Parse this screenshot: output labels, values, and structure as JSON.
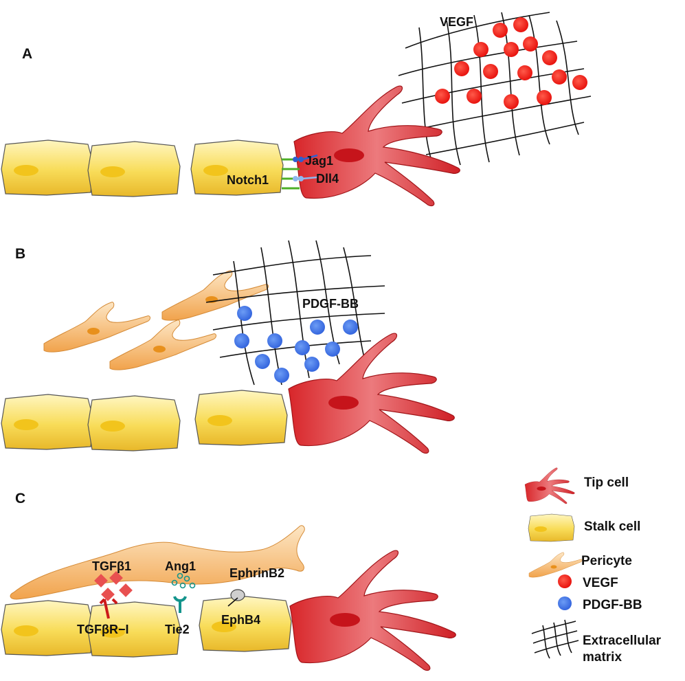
{
  "panels": {
    "a": {
      "label": "A",
      "labels": {
        "vegf": "VEGF",
        "jag1": "Jag1",
        "notch1": "Notch1",
        "dll4": "Dll4"
      }
    },
    "b": {
      "label": "B",
      "labels": {
        "pdgf": "PDGF-BB"
      }
    },
    "c": {
      "label": "C",
      "labels": {
        "tgfb1": "TGFβ1",
        "ang1": "Ang1",
        "ephrinb2": "EphrinB2",
        "tgfbr": "TGFβR−I",
        "tie2": "Tie2",
        "ephb4": "EphB4"
      }
    }
  },
  "legend": {
    "items": [
      {
        "icon": "tip-cell-icon",
        "label": "Tip cell"
      },
      {
        "icon": "stalk-cell-icon",
        "label": "Stalk cell"
      },
      {
        "icon": "pericyte-icon",
        "label": "Pericyte"
      },
      {
        "icon": "vegf-dot-icon",
        "label": "VEGF"
      },
      {
        "icon": "pdgf-dot-icon",
        "label": "PDGF-BB"
      },
      {
        "icon": "ecm-icon",
        "label": "Extracellular",
        "label2": "matrix"
      }
    ]
  },
  "colors": {
    "tip_cell": "#e02a2a",
    "stalk_cell": "#f5d338",
    "pericyte": "#f2a34a",
    "vegf": "#ee1c1c",
    "pdgf": "#3e78e8",
    "notch": "#4caf28",
    "tgf": "#e02424",
    "tie2": "#13948c"
  }
}
